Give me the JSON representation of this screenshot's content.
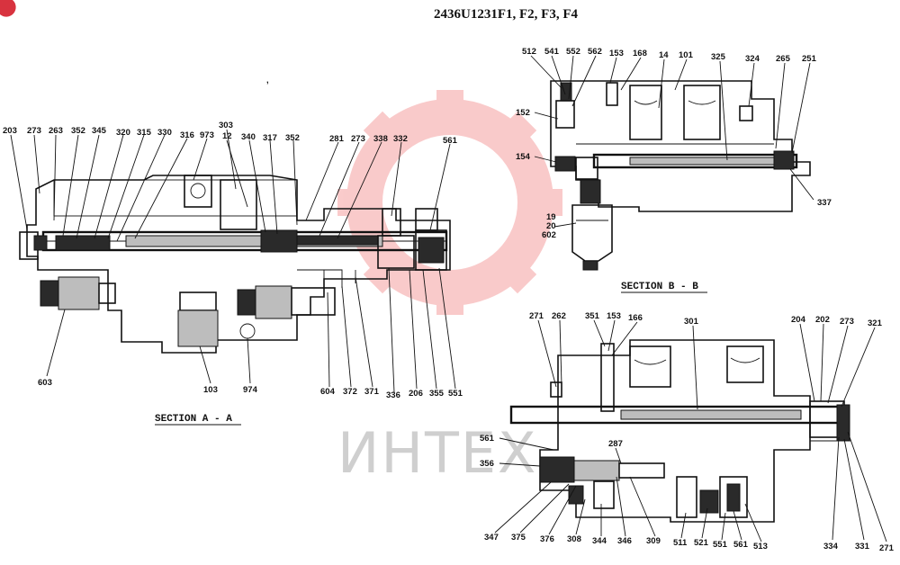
{
  "title": "2436U1231F1, F2, F3, F4",
  "sections": {
    "aa": "SECTION  A - A",
    "bb": "SECTION  B - B"
  },
  "watermark": "ИНТЕХ",
  "colors": {
    "watermark_gear": "#f06a6a",
    "ink": "#111111"
  },
  "labels": {
    "aa_top": [
      "203",
      "273",
      "263",
      "352",
      "345",
      "320",
      "315",
      "330",
      "316",
      "973",
      "303",
      "12",
      "340",
      "317",
      "352",
      "281",
      "273",
      "338",
      "332",
      "561"
    ],
    "aa_bottom": [
      "603",
      "103",
      "974",
      "604",
      "372",
      "371",
      "336",
      "206",
      "355",
      "551"
    ],
    "bb": [
      "512",
      "541",
      "552",
      "562",
      "153",
      "168",
      "14",
      "101",
      "325",
      "324",
      "265",
      "251",
      "152",
      "154",
      "19",
      "20",
      "602",
      "337"
    ],
    "c_top": [
      "271",
      "262",
      "351",
      "153",
      "166",
      "301",
      "204",
      "202",
      "273",
      "321"
    ],
    "c_left": [
      "561",
      "356",
      "287"
    ],
    "c_bottom": [
      "347",
      "375",
      "376",
      "308",
      "344",
      "346",
      "309",
      "511",
      "521",
      "551",
      "561",
      "513",
      "334",
      "331",
      "271"
    ]
  }
}
